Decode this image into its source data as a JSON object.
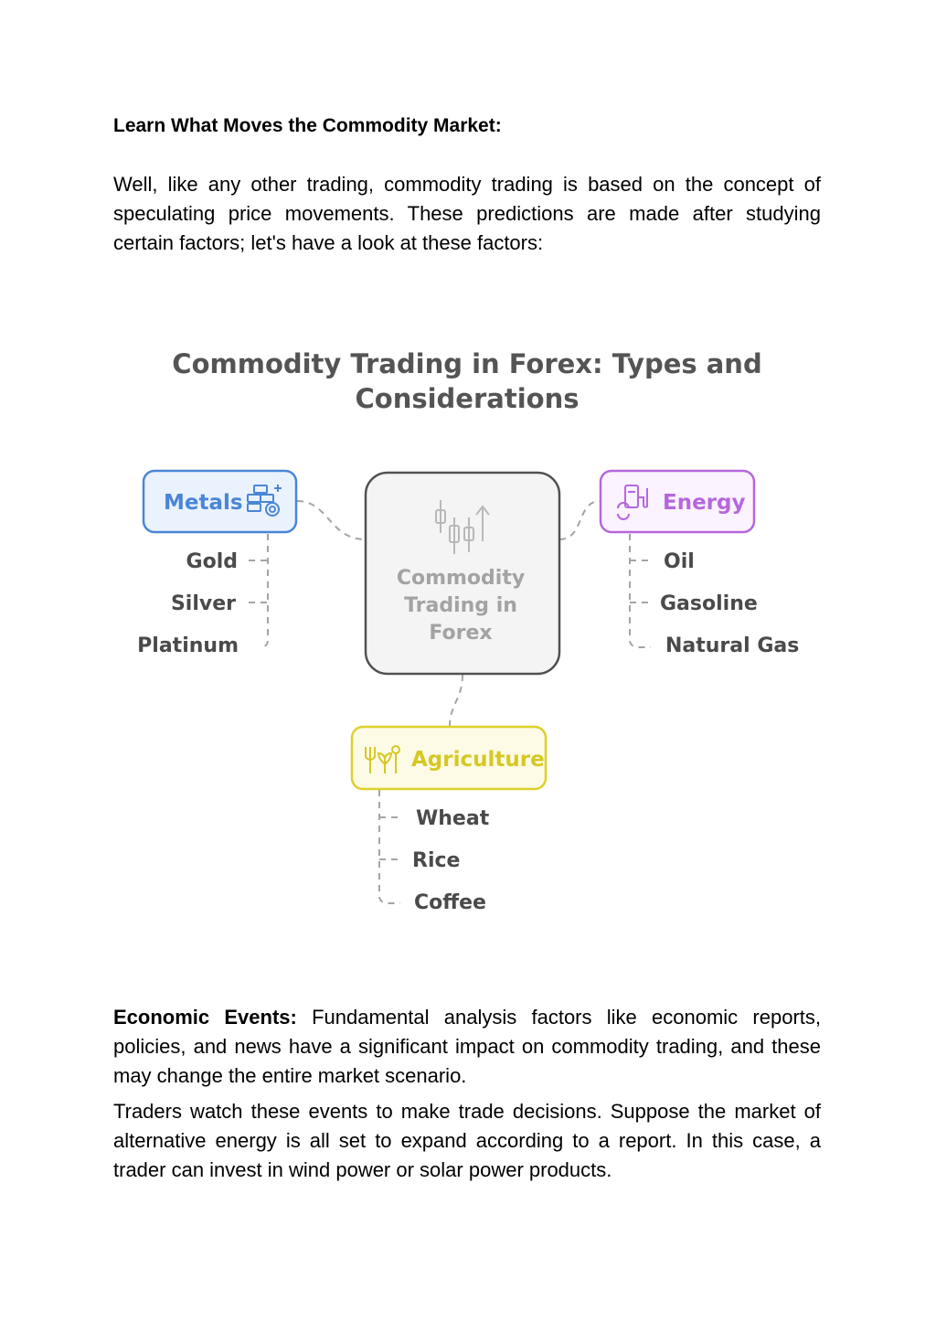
{
  "heading": "Learn What Moves the Commodity Market:",
  "intro": "Well, like any other trading, commodity trading is based on the concept of speculating price movements. These predictions are made after studying certain factors; let's have a look at these factors:",
  "diagram": {
    "title_line1": "Commodity Trading in Forex: Types and",
    "title_line2": "Considerations",
    "center": [
      "Commodity",
      "Trading in",
      "Forex"
    ],
    "categories": {
      "metals": {
        "label": "Metals",
        "items": [
          "Gold",
          "Silver",
          "Platinum"
        ],
        "color": "#4a86d6",
        "fill": "#eaf2fd"
      },
      "energy": {
        "label": "Energy",
        "items": [
          "Oil",
          "Gasoline",
          "Natural Gas"
        ],
        "color": "#b667dd",
        "fill": "#fbf3ff"
      },
      "agriculture": {
        "label": "Agriculture",
        "items": [
          "Wheat",
          "Rice",
          "Coffee"
        ],
        "color": "#ddd02a",
        "fill": "#fdfbe6"
      }
    },
    "center_fill": "#f4f4f4",
    "center_stroke": "#515151"
  },
  "economic": {
    "label": "Economic Events:",
    "text": " Fundamental analysis factors like economic reports, policies, and news have a significant impact on commodity trading, and these may change the entire market scenario."
  },
  "traders": "Traders watch these events to make trade decisions. Suppose the market of alternative energy is all set to expand according to a report. In this case, a trader can invest in wind power or solar power products."
}
